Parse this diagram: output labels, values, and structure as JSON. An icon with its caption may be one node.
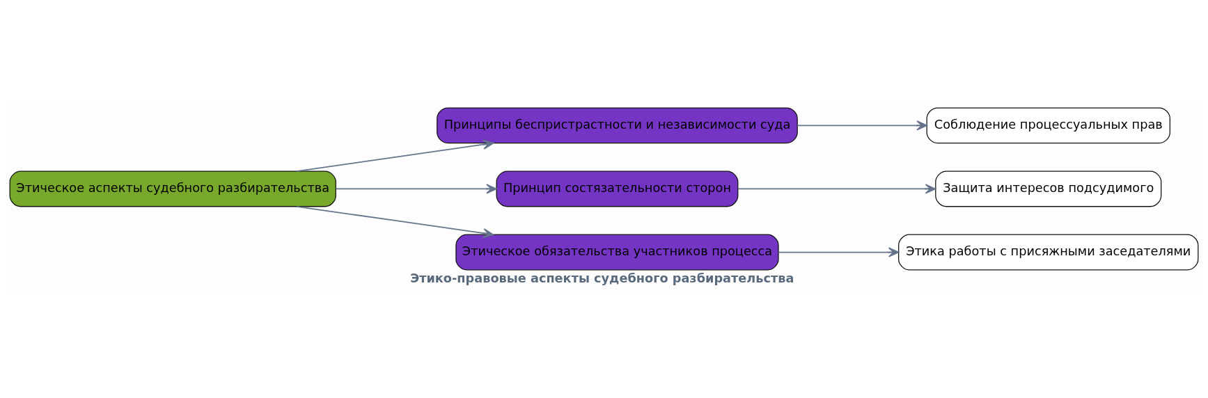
{
  "diagram": {
    "title": "Этико-правовые аспекты судебного разбирательства",
    "nodes": [
      {
        "text": [
          "Этическое аспекты судебного разбирательства"
        ]
      },
      {
        "text": [
          "Принципы беспристрастности и независимости суда"
        ]
      },
      {
        "text": [
          "Принцип состязательности сторон"
        ]
      },
      {
        "text": [
          "Этическое обязательства участников процесса"
        ]
      },
      {
        "text": [
          "Соблюдение процессуальных прав"
        ]
      },
      {
        "text": [
          "Защита интересов подсудимого"
        ]
      },
      {
        "text": [
          "Этика работы с присяжными заседателями"
        ]
      }
    ],
    "edges": [
      {
        "from": 0,
        "to": 1,
        "arrow": "to"
      },
      {
        "from": 0,
        "to": 2,
        "arrow": "to"
      },
      {
        "from": 0,
        "to": 3,
        "arrow": "to"
      },
      {
        "from": 1,
        "to": 4,
        "arrow": "to"
      },
      {
        "from": 2,
        "to": 5,
        "arrow": "to"
      },
      {
        "from": 3,
        "to": 6,
        "arrow": "to"
      }
    ]
  }
}
